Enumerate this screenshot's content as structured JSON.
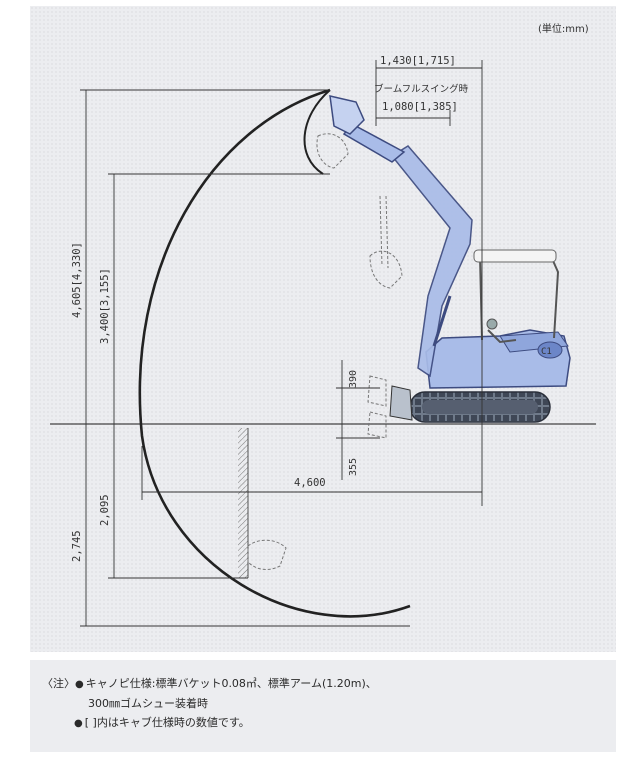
{
  "unit_label": "(単位:mm)",
  "dimensions": {
    "top_width": "1,430[1,715]",
    "boom_full_swing_label": "ブームフルスイング時",
    "boom_full_swing_value": "1,080[1,385]",
    "max_height": "4,605[4,330]",
    "dump_height": "3,400[3,155]",
    "blade_lift": "390",
    "blade_drop": "355",
    "reach": "4,600",
    "max_vertical_wall_depth": "2,095",
    "max_digging_depth": "2,745"
  },
  "notes": {
    "prefix": "〈注〉",
    "bullet": "●",
    "line1": "キャノピ仕様:標準バケット0.08㎥、標準アーム(1.20m)、",
    "line2": "300㎜ゴムシュー装着時",
    "line3": "[   ]内はキャブ仕様時の数値です。"
  },
  "colors": {
    "machine_blue": "#a9bce8",
    "machine_outline": "#3d4b80",
    "line": "#333333",
    "panel": "#ecedf0"
  }
}
